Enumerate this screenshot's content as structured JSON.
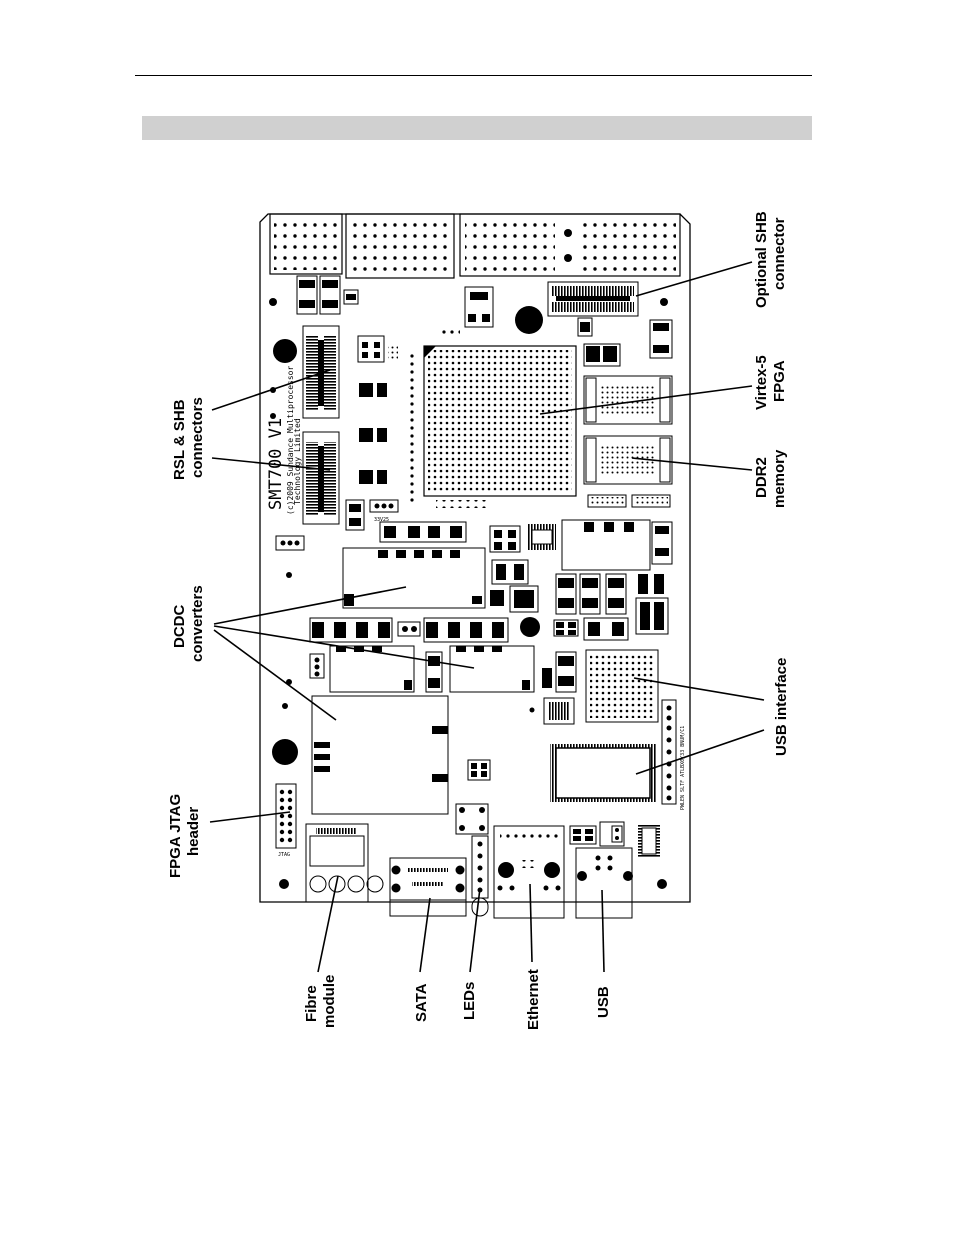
{
  "labels": {
    "optional_shb_1": "Optional SHB",
    "optional_shb_2": "connector",
    "virtex_1": "Virtex-5",
    "virtex_2": "FPGA",
    "ddr2_1": "DDR2",
    "ddr2_2": "memory",
    "rsl_1": "RSL & SHB",
    "rsl_2": "connectors",
    "dcdc_1": "DCDC",
    "dcdc_2": "converters",
    "usb_interface": "USB interface",
    "jtag_1": "FPGA JTAG",
    "jtag_2": "header",
    "fibre_1": "Fibre",
    "fibre_2": "module",
    "sata": "SATA",
    "leds": "LEDs",
    "ethernet": "Ethernet",
    "usb": "USB"
  },
  "silkscreen": {
    "board_name": "SMT700 V1",
    "copyright": "(c)2009 Sundance Multiprocessor",
    "company": "Technology Limited",
    "jtag_tag": "JTAG",
    "jumper_1": "33V25",
    "led_strip": "PWLEN  SLTF  ATLBX0/33  BNUM/C1"
  },
  "colors": {
    "ink": "#000000",
    "band": "#d0d0d0",
    "background": "#ffffff"
  }
}
